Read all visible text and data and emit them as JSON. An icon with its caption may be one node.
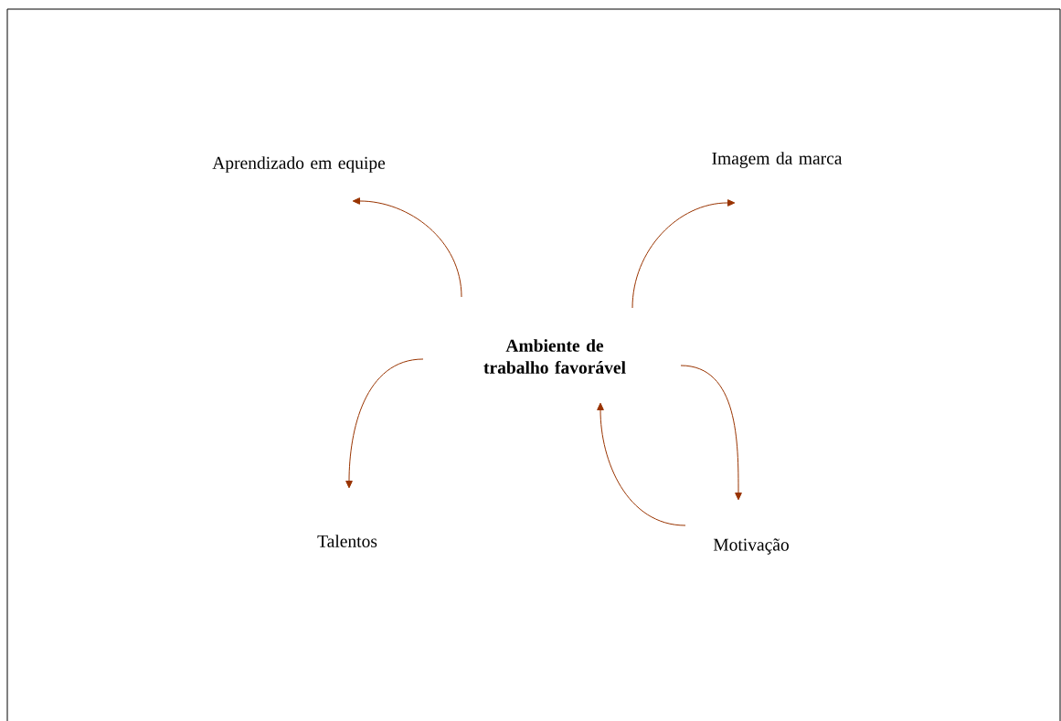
{
  "diagram": {
    "nodes": [
      {
        "text": [
          "Ambiente de trabalho favorável"
        ]
      },
      {
        "text": [
          "Aprendizado em equipe"
        ]
      },
      {
        "text": [
          "Imagem da marca"
        ]
      },
      {
        "text": [
          "Talentos"
        ]
      },
      {
        "text": [
          "Motivação"
        ]
      }
    ],
    "edges": [
      {
        "from": 0,
        "to": 1,
        "arrow": "to"
      },
      {
        "from": 0,
        "to": 2,
        "arrow": "to"
      },
      {
        "from": 0,
        "to": 3,
        "arrow": "to"
      },
      {
        "from": 0,
        "to": 4,
        "arrow": "to"
      },
      {
        "from": 4,
        "to": 0,
        "arrow": "to"
      }
    ]
  }
}
